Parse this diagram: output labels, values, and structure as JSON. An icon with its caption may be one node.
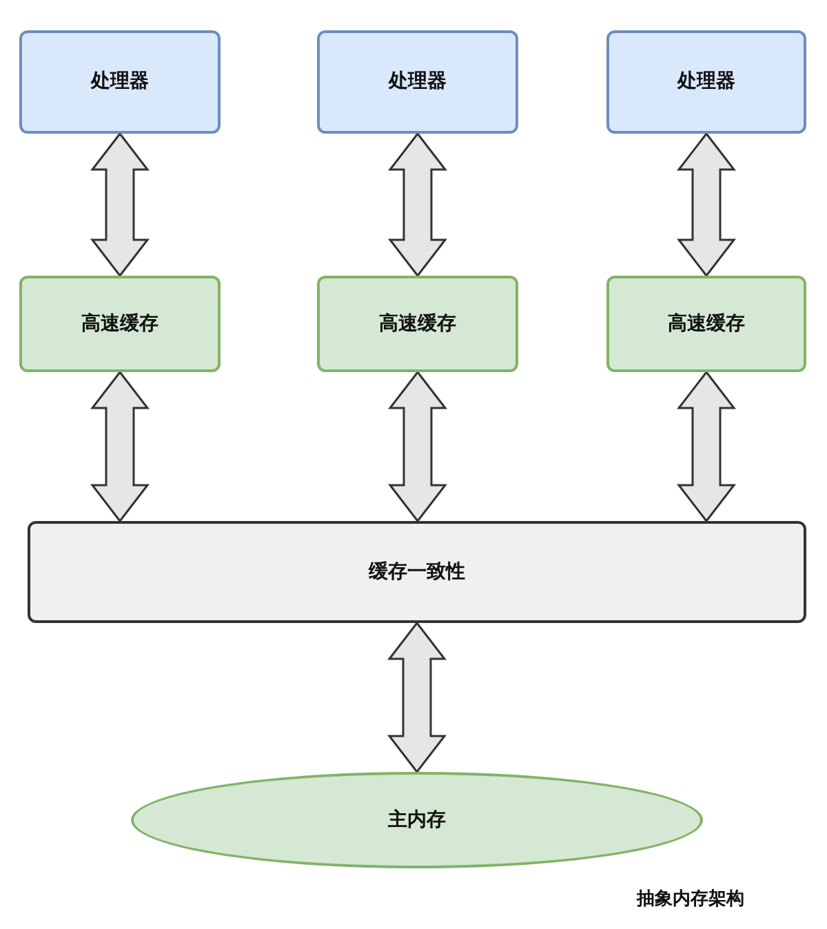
{
  "diagram": {
    "caption": "抽象内存架构",
    "nodes": [
      {
        "text": [
          "处理器"
        ]
      },
      {
        "text": [
          "处理器"
        ]
      },
      {
        "text": [
          "处理器"
        ]
      },
      {
        "text": [
          "高速缓存"
        ]
      },
      {
        "text": [
          "高速缓存"
        ]
      },
      {
        "text": [
          "高速缓存"
        ]
      },
      {
        "text": [
          "缓存一致性"
        ]
      },
      {
        "text": [
          "主内存"
        ]
      }
    ],
    "edges": [
      {
        "from": 0,
        "to": 3,
        "arrow": "both"
      },
      {
        "from": 1,
        "to": 4,
        "arrow": "both"
      },
      {
        "from": 2,
        "to": 5,
        "arrow": "both"
      },
      {
        "from": 3,
        "to": 6,
        "arrow": "both"
      },
      {
        "from": 4,
        "to": 6,
        "arrow": "both"
      },
      {
        "from": 5,
        "to": 6,
        "arrow": "both"
      },
      {
        "from": 6,
        "to": 7,
        "arrow": "both"
      }
    ]
  }
}
